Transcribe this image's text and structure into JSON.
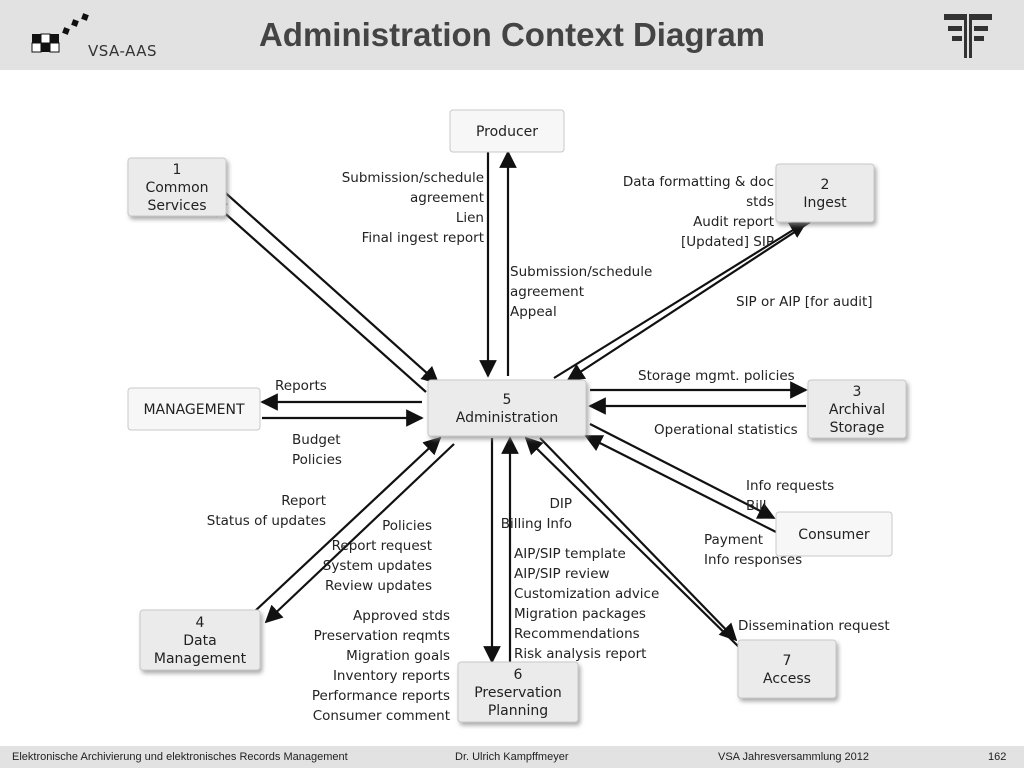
{
  "header": {
    "title": "Administration Context Diagram",
    "logo_left_text": "VSA-AAS"
  },
  "diagram": {
    "nodes": {
      "producer": [
        "Producer"
      ],
      "common_services": [
        "1",
        "Common",
        "Services"
      ],
      "ingest": [
        "2",
        "Ingest"
      ],
      "management": [
        "MANAGEMENT"
      ],
      "administration": [
        "5",
        "Administration"
      ],
      "archival_storage": [
        "3",
        "Archival",
        "Storage"
      ],
      "consumer": [
        "Consumer"
      ],
      "data_management": [
        "4",
        "Data",
        "Management"
      ],
      "preservation_planning": [
        "6",
        "Preservation",
        "Planning"
      ],
      "access": [
        "7",
        "Access"
      ]
    },
    "flows": {
      "producer_to_admin": [
        "Submission/schedule",
        "agreement",
        "Lien",
        "Final ingest report"
      ],
      "admin_to_producer": [
        "Submission/schedule",
        "agreement",
        "Appeal"
      ],
      "ingest_to_admin": [
        "Data formatting & doc",
        "stds",
        "Audit report",
        "[Updated] SIP"
      ],
      "admin_to_ingest": [
        "SIP or AIP [for audit]"
      ],
      "admin_to_management": [
        "Reports"
      ],
      "management_to_admin": [
        "Budget",
        "Policies"
      ],
      "admin_to_storage": [
        "Storage mgmt. policies"
      ],
      "storage_to_admin": [
        "Operational statistics"
      ],
      "admin_to_consumer": [
        "Info requests",
        "Bill"
      ],
      "consumer_to_admin": [
        "Payment",
        "Info responses"
      ],
      "datamgmt_to_admin": [
        "Report",
        "Status of updates"
      ],
      "admin_to_datamgmt": [
        "Policies",
        "Report request",
        "System updates",
        "Review updates"
      ],
      "admin_to_planning": [
        "DIP",
        "Billing Info"
      ],
      "planning_to_admin": [
        "AIP/SIP template",
        "AIP/SIP review",
        "Customization advice",
        "Migration packages",
        "Recommendations",
        "Risk analysis report"
      ],
      "admin_to_planning_2": [
        "Approved stds",
        "Preservation reqmts",
        "Migration goals",
        "Inventory reports",
        "Performance reports",
        "Consumer comment"
      ],
      "access_to_admin": [
        "Dissemination request"
      ]
    }
  },
  "footer": {
    "left": "Elektronische Archivierung und elektronisches Records Management",
    "center": "Dr. Ulrich Kampffmeyer",
    "right": "VSA Jahresversammlung 2012",
    "page": "162"
  }
}
